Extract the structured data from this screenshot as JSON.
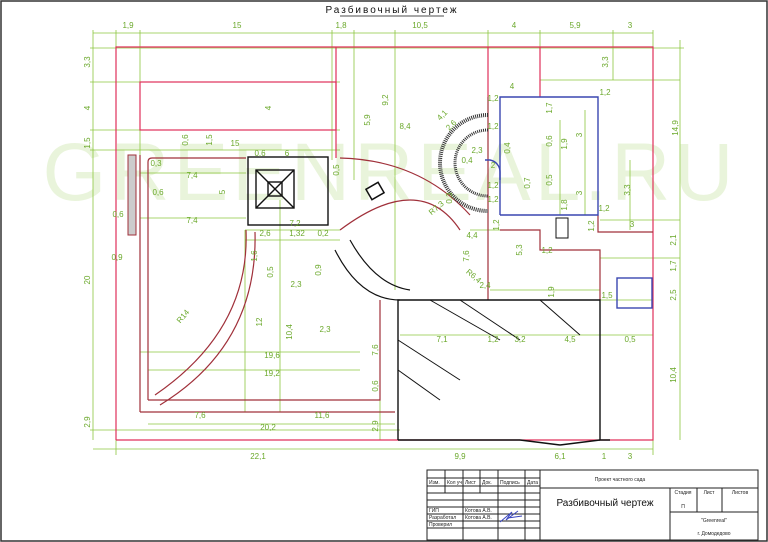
{
  "title": "Разбивочный чертеж",
  "watermark": "GREENREAL.RU",
  "dims": {
    "top": [
      "1,9",
      "15",
      "1,8",
      "10,5",
      "4",
      "5,9",
      "3"
    ],
    "left": [
      "3,3",
      "4",
      "1,5",
      "20",
      "2,9"
    ],
    "bottom": [
      "22,1",
      "9,9",
      "6,1",
      "1",
      "3"
    ],
    "right": [
      "3,3",
      "14,9",
      "3,3",
      "2,1",
      "1,7",
      "2,5",
      "10,4"
    ],
    "inner": [
      "15",
      "0,6",
      "1,5",
      "4",
      "0,6",
      "6",
      "0,3",
      "7,4",
      "0,6",
      "0,6",
      "7,4",
      "5",
      "0,9",
      "0,5",
      "5,9",
      "9,2",
      "8,4",
      "7,2",
      "2,6",
      "1,32",
      "0,2",
      "1,6",
      "0,5",
      "2,3",
      "0,9",
      "12",
      "10,4",
      "2,3",
      "7,6",
      "0,6",
      "19,6",
      "19,2",
      "7,6",
      "11,6",
      "20,2",
      "2,9",
      "R14",
      "7,1",
      "1,2",
      "3,2",
      "4,5",
      "0,5",
      "1,5",
      "1,9",
      "2,4",
      "5,3",
      "4,4",
      "7,6",
      "1,2",
      "4",
      "1,2",
      "1,2",
      "1,7",
      "1,2",
      "0,6",
      "1,9",
      "3",
      "0,4",
      "2,3",
      "0,4",
      "2",
      "0,5",
      "0,7",
      "3",
      "1,2",
      "1,2",
      "1,8",
      "1,2",
      "3",
      "4,1",
      "2,6",
      "1,2",
      "1,2",
      "R7,3",
      "R6,4",
      "0,3"
    ]
  },
  "title_block": {
    "project": "Проект частного сада",
    "sheet_title": "Разбивочный чертеж",
    "headers": [
      "Изм.",
      "Кол уч",
      "Лист",
      "Док.",
      "Подпись",
      "Дата"
    ],
    "rows": [
      {
        "role": "ГИП",
        "name": "Котова А.В."
      },
      {
        "role": "Разработал",
        "name": "Котова А.В."
      },
      {
        "role": "Проверил",
        "name": ""
      }
    ],
    "stage_label": "Стадия",
    "stage_value": "П",
    "sheet_label": "Лист",
    "sheets_label": "Листов",
    "company": "\"Greenreal\"",
    "city": "г. Домодедово"
  },
  "colors": {
    "dimension": "#8cc63f",
    "boundary": "#e0305a",
    "house": "#3a46b0"
  }
}
